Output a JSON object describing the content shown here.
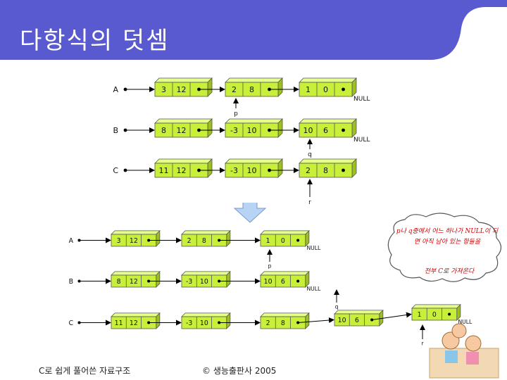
{
  "title": "다항식의 덧셈",
  "colors": {
    "title_bar": "#5a5ad0",
    "node_fill": "#c8f03a",
    "node_stroke": "#555555",
    "note_text": "#cc0000"
  },
  "top": {
    "lists": [
      {
        "name": "A",
        "nodes": [
          {
            "c": "3",
            "e": "12"
          },
          {
            "c": "2",
            "e": "8"
          },
          {
            "c": "1",
            "e": "0"
          }
        ],
        "null": "NULL"
      },
      {
        "name": "B",
        "nodes": [
          {
            "c": "8",
            "e": "12"
          },
          {
            "c": "-3",
            "e": "10"
          },
          {
            "c": "10",
            "e": "6"
          }
        ],
        "null": "NULL"
      },
      {
        "name": "C",
        "nodes": [
          {
            "c": "11",
            "e": "12"
          },
          {
            "c": "-3",
            "e": "10"
          },
          {
            "c": "2",
            "e": "8"
          }
        ]
      }
    ],
    "pointers": [
      "p",
      "q",
      "r"
    ]
  },
  "bottom": {
    "lists": [
      {
        "name": "A",
        "nodes": [
          {
            "c": "3",
            "e": "12"
          },
          {
            "c": "2",
            "e": "8"
          },
          {
            "c": "1",
            "e": "0"
          }
        ],
        "null": "NULL"
      },
      {
        "name": "B",
        "nodes": [
          {
            "c": "8",
            "e": "12"
          },
          {
            "c": "-3",
            "e": "10"
          },
          {
            "c": "10",
            "e": "6"
          }
        ],
        "null": "NULL"
      },
      {
        "name": "C",
        "nodes": [
          {
            "c": "11",
            "e": "12"
          },
          {
            "c": "-3",
            "e": "10"
          },
          {
            "c": "2",
            "e": "8"
          },
          {
            "c": "10",
            "e": "6"
          },
          {
            "c": "1",
            "e": "0"
          }
        ],
        "null": "NULL"
      }
    ],
    "pointers": [
      "p",
      "q",
      "r"
    ]
  },
  "note": {
    "line1": "p나 q중에서 어느 하나가 NULL이 되면 아직 남아 있는 항들을",
    "line2": "전부 C로 가져온다"
  },
  "footer": {
    "left": "C로 쉽게 풀어쓴 자료구조",
    "center": "© 생능출판사 2005"
  }
}
